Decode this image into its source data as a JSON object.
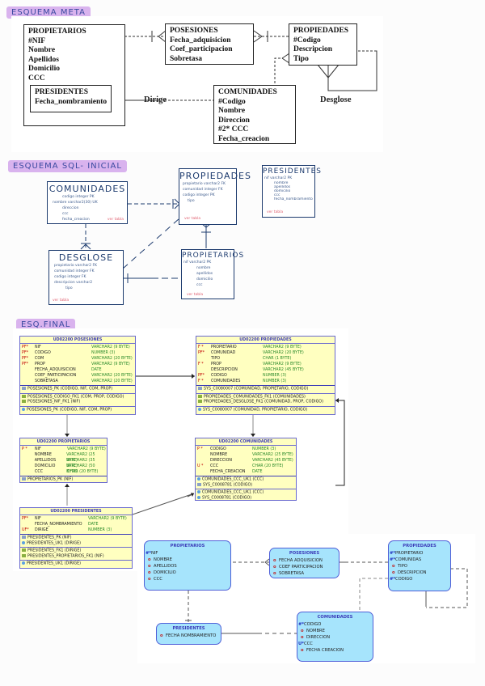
{
  "sections": {
    "meta_label": "ESQUEMA META",
    "sql_label": "ESQUEMA SQL- INICIAL",
    "final_label": "ESQ.FINAL"
  },
  "meta": {
    "propietarios": {
      "title": "PROPIETARIOS",
      "attrs": [
        "#NIF",
        "Nombre",
        "Apellidos",
        "Domicilio",
        "CCC"
      ]
    },
    "presidentes": {
      "title": "PRESIDENTES",
      "attrs": [
        "Fecha_nombramiento"
      ]
    },
    "posesiones": {
      "title": "POSESIONES",
      "attrs": [
        "Fecha_adquisicion",
        "Coef_participacion",
        "Sobretasa"
      ]
    },
    "propiedades": {
      "title": "PROPIEDADES",
      "attrs": [
        "#Codigo",
        "Descripcion",
        "Tipo"
      ]
    },
    "comunidades": {
      "title": "COMUNIDADES",
      "attrs": [
        "#Codigo",
        "Nombre",
        "Direccion",
        "#2* CCC",
        "Fecha_creacion"
      ]
    },
    "rel_dirige": "Dirige",
    "rel_desglose": "Desglose"
  },
  "sql_initial": {
    "comunidades": {
      "title": "COMUNIDADES",
      "lines": [
        "codigo integer PK",
        "nombre varchar2(30) UK",
        "direccion",
        "ccc",
        "fecha_creacion"
      ]
    },
    "propiedades": {
      "title": "PROPIEDADES",
      "lines": [
        "propietario varchar2 FK",
        "comunidad integer FK",
        "codigo integer PK",
        "tipo"
      ]
    },
    "presidentes": {
      "title": "PRESIDENTES",
      "lines": [
        "nif varchar2 PK",
        "nombre",
        "apellidos",
        "domicilio",
        "ccc",
        "fecha_nombramiento"
      ]
    },
    "desglose": {
      "title": "DESGLOSE",
      "lines": [
        "propietario varchar2 FK",
        "comunidad integer FK",
        "codigo integer FK",
        "descripcion varchar2",
        "tipo"
      ]
    },
    "propietarios": {
      "title": "PROPIETARIOS",
      "lines": [
        "nif varchar2 PK",
        "nombre",
        "apellidos",
        "domicilio",
        "ccc"
      ]
    },
    "notes": [
      "ver tabla",
      "ver tabla",
      "ver tabla",
      "ver tabla",
      "ver tabla"
    ]
  },
  "final_relational": {
    "posesiones": {
      "title": "UD02200 POSESIONES",
      "columns": [
        {
          "key": "PF*",
          "name": "NIF",
          "type": "VARCHAR2 (9 BYTE)"
        },
        {
          "key": "PF*",
          "name": "CODIGO",
          "type": "NUMBER (3)"
        },
        {
          "key": "PF*",
          "name": "COM",
          "type": "VARCHAR2 (20 BYTE)"
        },
        {
          "key": "PF*",
          "name": "PROP",
          "type": "VARCHAR2 (9 BYTE)"
        },
        {
          "key": "",
          "name": "FECHA_ADQUISICION",
          "type": "DATE"
        },
        {
          "key": "",
          "name": "COEF_PARTICIPACION",
          "type": "VARCHAR2 (20 BYTE)"
        },
        {
          "key": "",
          "name": "SOBRETASA",
          "type": "VARCHAR2 (20 BYTE)"
        }
      ],
      "pk": [
        "POSESIONES_PK (CODIGO, NIF, COM, PROP)"
      ],
      "fk": [
        "POSESIONES_CODIGO_FK1 (COM, PROP, CODIGO)",
        "POSESIONES_NIF_FK1 (NIF)"
      ],
      "idx": [
        "POSESIONES_PK (CODIGO, NIF, COM, PROP)"
      ]
    },
    "propiedades": {
      "title": "UD02200 PROPIEDADES",
      "columns": [
        {
          "key": "F *",
          "name": "PROPIETARIO",
          "type": "VARCHAR2 (9 BYTE)"
        },
        {
          "key": "PF*",
          "name": "COMUNIDAD",
          "type": "VARCHAR2 (20 BYTE)"
        },
        {
          "key": "",
          "name": "TIPO",
          "type": "CHAR (1 BYTE)"
        },
        {
          "key": "F *",
          "name": "PROP",
          "type": "VARCHAR2 (9 BYTE)"
        },
        {
          "key": "",
          "name": "DESCRIPCION",
          "type": "VARCHAR2 (45 BYTE)"
        },
        {
          "key": "PF*",
          "name": "CODIGO",
          "type": "NUMBER (3)"
        },
        {
          "key": "F *",
          "name": "COMUNIDADES",
          "type": "NUMBER (3)"
        }
      ],
      "pk": [
        "SYS_C0080007 (COMUNIDAD, PROPIETARIO, CODIGO)"
      ],
      "fk": [
        "PROPIEDADES_COMUNIDADES_FK1 (COMUNIDADES)",
        "PROPIEDADES_DESGLOSE_FK1 (COMUNIDAD, PROP, CODIGO)"
      ],
      "idx": [
        "SYS_C0080007 (COMUNIDAD, PROPIETARIO, CODIGO)"
      ]
    },
    "propietarios": {
      "title": "UD02200 PROPIETARIOS",
      "columns": [
        {
          "key": "P *",
          "name": "NIF",
          "type": "VARCHAR2 (9 BYTE)"
        },
        {
          "key": "",
          "name": "NOMBRE",
          "type": "VARCHAR2 (25 BYTE)"
        },
        {
          "key": "",
          "name": "APELLIDOS",
          "type": "VARCHAR2 (35 BYTE)"
        },
        {
          "key": "",
          "name": "DOMICILIO",
          "type": "VARCHAR2 (50 BYTE)"
        },
        {
          "key": "",
          "name": "CCC",
          "type": "CHAR (20 BYTE)"
        }
      ],
      "pk": [
        "PROPIETARIOS_PK (NIF)"
      ],
      "fk": [],
      "idx": []
    },
    "comunidades": {
      "title": "UD02200 COMUNIDADES",
      "columns": [
        {
          "key": "P *",
          "name": "CODIGO",
          "type": "NUMBER (3)"
        },
        {
          "key": "",
          "name": "NOMBRE",
          "type": "VARCHAR2 (25 BYTE)"
        },
        {
          "key": "",
          "name": "DIRECCION",
          "type": "VARCHAR2 (45 BYTE)"
        },
        {
          "key": "U *",
          "name": "CCC",
          "type": "CHAR (20 BYTE)"
        },
        {
          "key": "",
          "name": "FECHA_CREACION",
          "type": "DATE"
        }
      ],
      "pk": [
        "COMUNIDADES_CCC_UK1 (CCC)",
        "SYS_C0008781 (CODIGO)"
      ],
      "fk": [],
      "idx": [
        "COMUNIDADES_CCC_UK1 (CCC)",
        "SYS_C0008781 (CODIGO)"
      ]
    },
    "presidentes": {
      "title": "UD02200 PRESIDENTES",
      "columns": [
        {
          "key": "PF*",
          "name": "NIF",
          "type": "VARCHAR2 (9 BYTE)"
        },
        {
          "key": "",
          "name": "FECHA_NOMBRAMIENTO",
          "type": "DATE"
        },
        {
          "key": "UF*",
          "name": "DIRIGE",
          "type": "NUMBER (3)"
        }
      ],
      "pk": [
        "PRESIDENTES_PK (NIF)",
        "PRESIDENTES_UK1 (DIRIGE)"
      ],
      "fk": [
        "PRESIDENTES_FK1 (DIRIGE)",
        "PRESIDENTES_PROPIETARIOS_FK1 (NIF)"
      ],
      "idx": [
        "PRESIDENTES_UK1 (DIRIGE)"
      ]
    }
  },
  "final_logical": {
    "propietarios": {
      "title": "PROPIETARIOS",
      "attrs": [
        {
          "m": "#*",
          "name": "NIF"
        },
        {
          "m": "o",
          "name": "NOMBRE"
        },
        {
          "m": "o",
          "name": "APELLIDOS"
        },
        {
          "m": "o",
          "name": "DOMICILIO"
        },
        {
          "m": "o",
          "name": "CCC"
        }
      ]
    },
    "posesiones": {
      "title": "POSESIONES",
      "attrs": [
        {
          "m": "o",
          "name": "FECHA ADQUISICION"
        },
        {
          "m": "o",
          "name": "COEF PARTICIPACION"
        },
        {
          "m": "o",
          "name": "SOBRETASA"
        }
      ]
    },
    "propiedades": {
      "title": "PROPIEDADES",
      "attrs": [
        {
          "m": "#*",
          "name": "PROPIETARIO"
        },
        {
          "m": "#*",
          "name": "COMUNIDAS"
        },
        {
          "m": "o",
          "name": "TIPO"
        },
        {
          "m": "o",
          "name": "DESCRIPCION"
        },
        {
          "m": "#*",
          "name": "CODIGO"
        }
      ]
    },
    "presidentes": {
      "title": "PRESIDENTES",
      "attrs": [
        {
          "m": "o",
          "name": "FECHA NOMBRAMIENTO"
        }
      ]
    },
    "comunidades": {
      "title": "COMUNIDADES",
      "attrs": [
        {
          "m": "#*",
          "name": "CODIGO"
        },
        {
          "m": "o",
          "name": "NOMBRE"
        },
        {
          "m": "o",
          "name": "DIRECCION"
        },
        {
          "m": "U*",
          "name": "CCC"
        },
        {
          "m": "o",
          "name": "FECHA CREACION"
        }
      ]
    }
  }
}
